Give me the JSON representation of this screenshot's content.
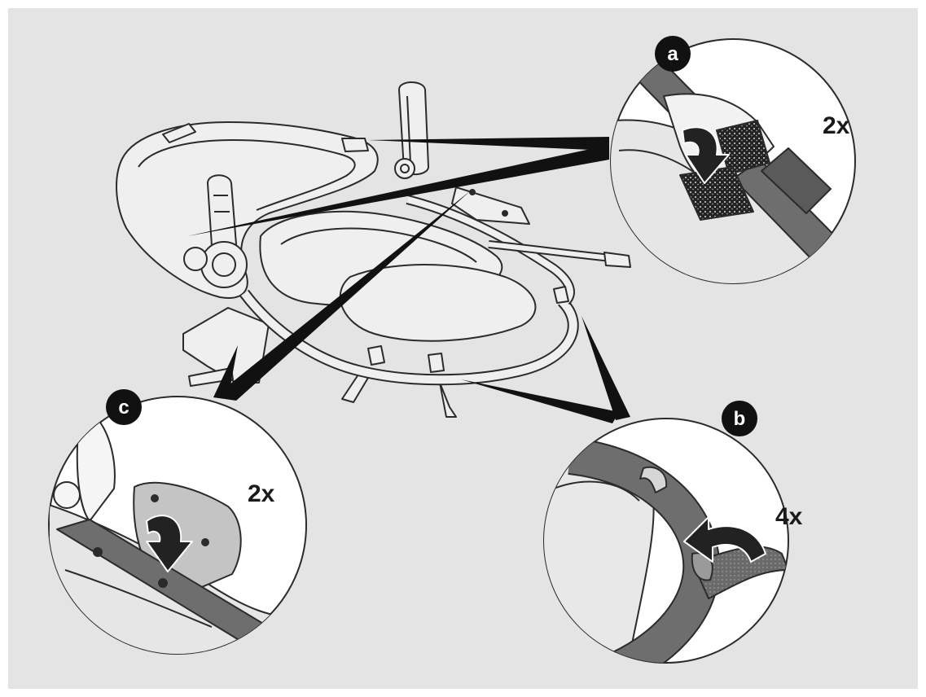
{
  "colors": {
    "background": "#e4e4e4",
    "line": "#2b2b2b",
    "pointer": "#111111",
    "part_fill": "#efefef",
    "tube_fill": "#6e6e6e",
    "badge_fill": "#111111",
    "badge_text": "#ffffff"
  },
  "callouts": {
    "a": {
      "label": "a",
      "count": "2x"
    },
    "b": {
      "label": "b",
      "count": "4x"
    },
    "c": {
      "label": "c",
      "count": "2x"
    }
  }
}
